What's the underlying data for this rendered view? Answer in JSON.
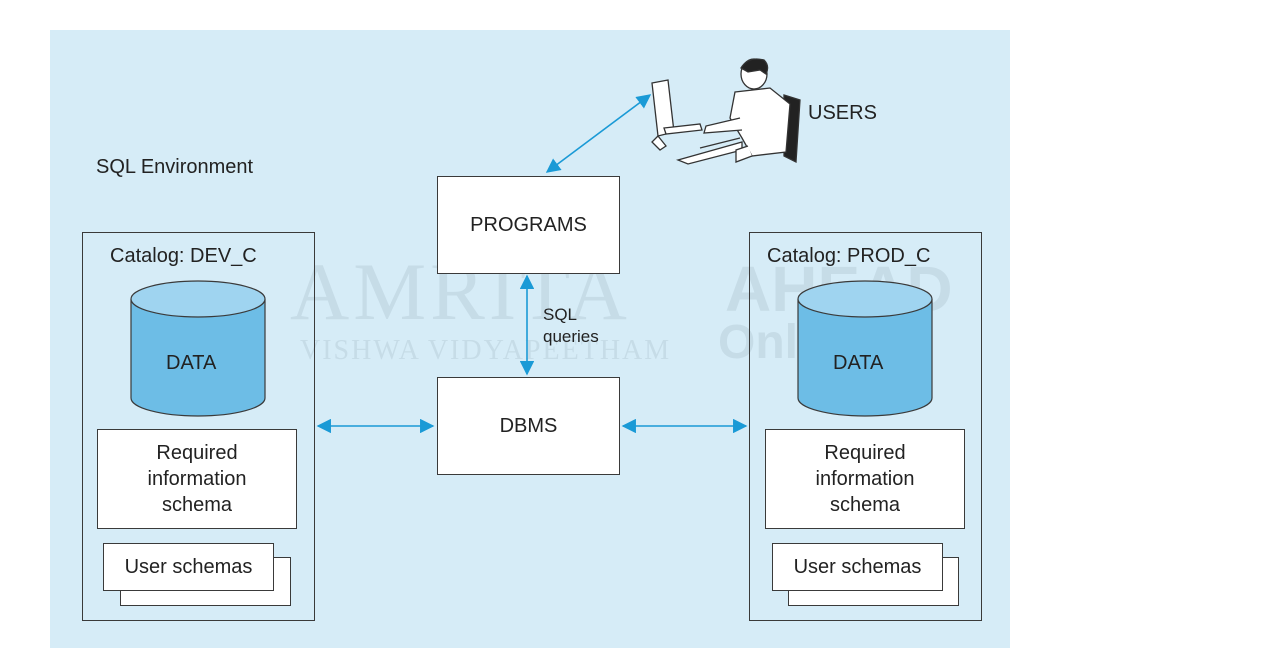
{
  "diagram": {
    "environment_label": "SQL Environment",
    "users_label": "USERS",
    "programs_label": "PROGRAMS",
    "dbms_label": "DBMS",
    "sql_queries_line1": "SQL",
    "sql_queries_line2": "queries",
    "catalog_left": {
      "title": "Catalog: DEV_C",
      "data_label": "DATA",
      "info_schema_line1": "Required",
      "info_schema_line2": "information",
      "info_schema_line3": "schema",
      "user_schemas": "User schemas"
    },
    "catalog_right": {
      "title": "Catalog: PROD_C",
      "data_label": "DATA",
      "info_schema_line1": "Required",
      "info_schema_line2": "information",
      "info_schema_line3": "schema",
      "user_schemas": "User schemas"
    }
  },
  "watermark": {
    "brand": "AMRITA",
    "sub": "VISHWA VIDYAPEETHAM",
    "right_top": "AHEAD",
    "right_bottom": "Online"
  },
  "colors": {
    "panel_bg": "#d6ecf7",
    "arrow": "#1a9ad6",
    "cylinder_fill": "#6dbde6",
    "cylinder_top": "#9fd4f0"
  }
}
